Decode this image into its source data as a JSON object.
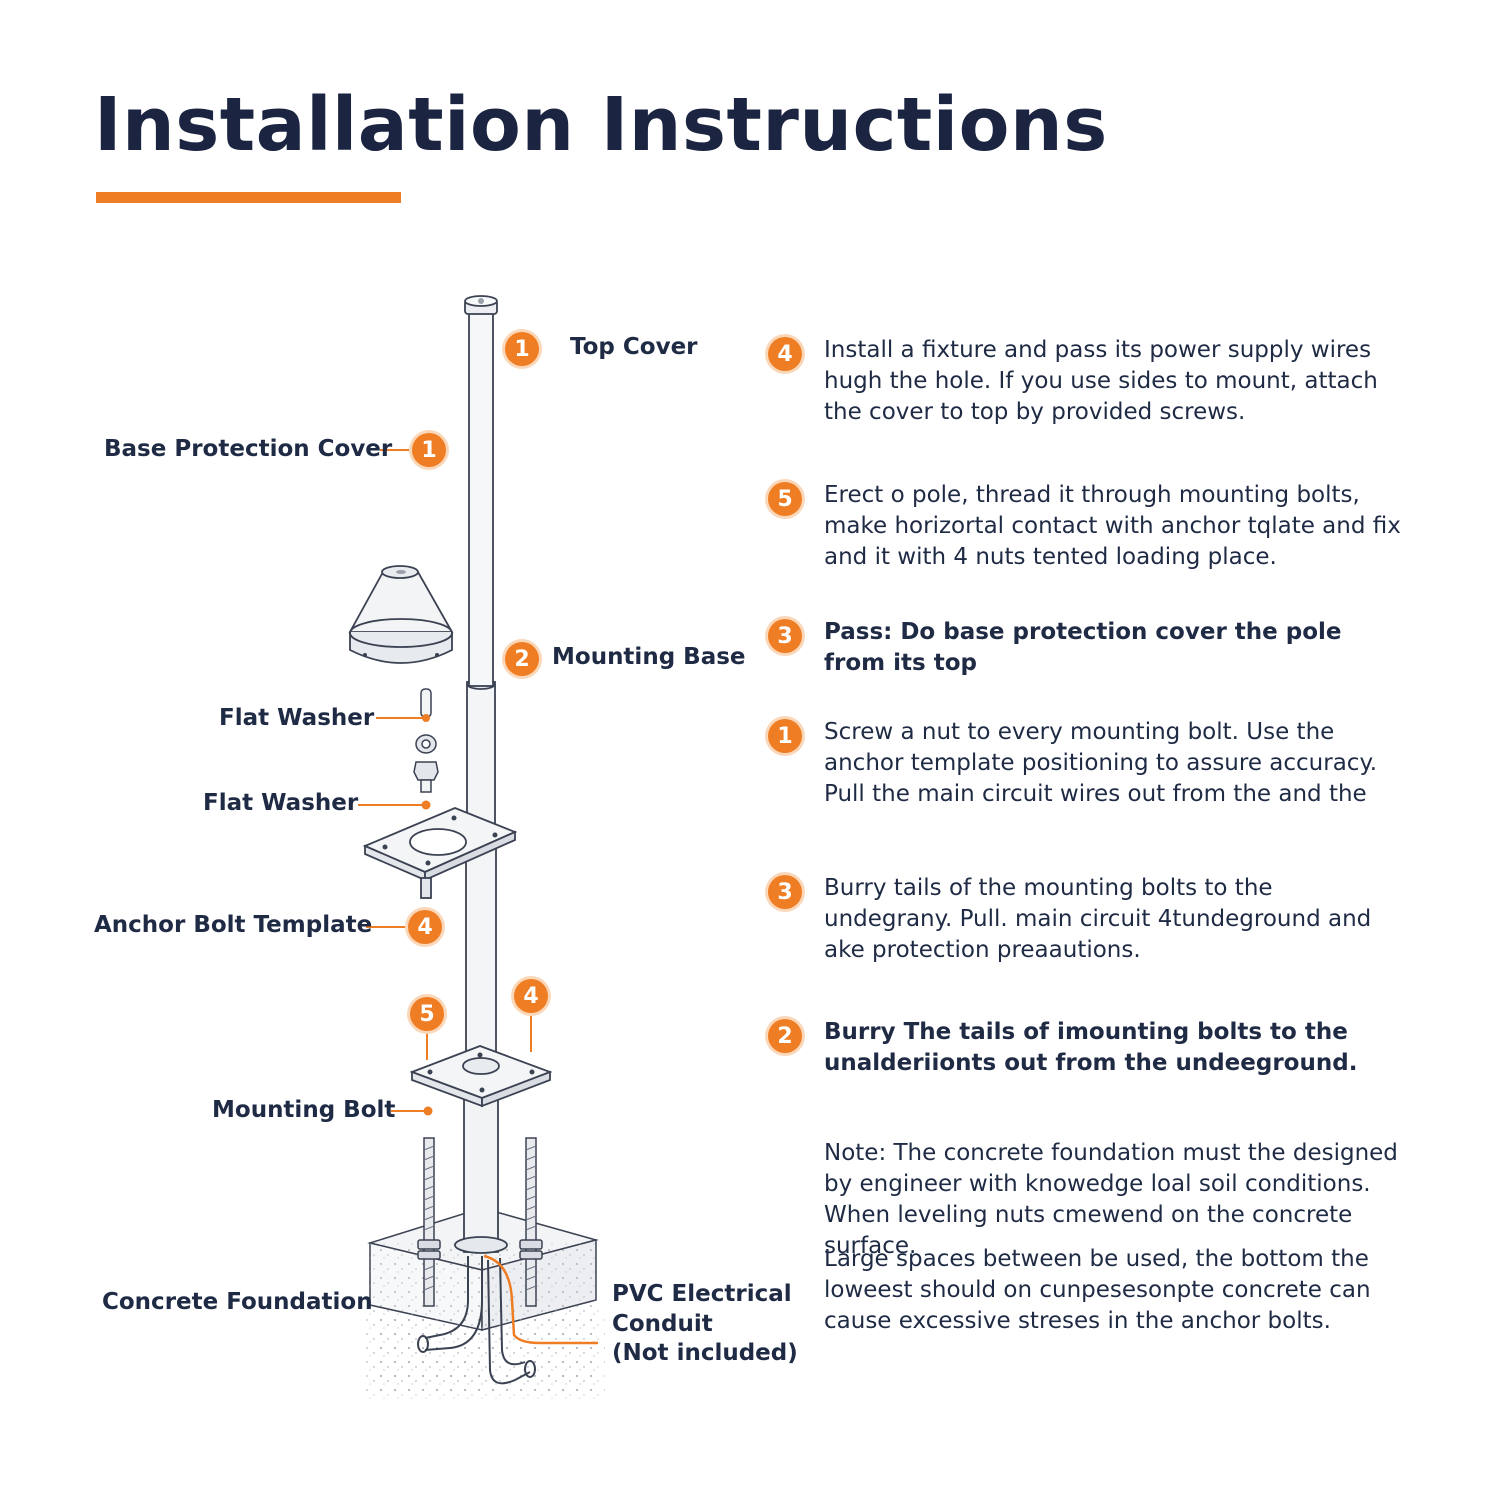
{
  "page": {
    "title": "Installation Instructions",
    "accent_color": "#ee7d24",
    "text_color": "#1f2a44"
  },
  "diagram": {
    "labels": {
      "top_cover": "Top Cover",
      "base_protection_cover": "Base Protection Cover",
      "mounting_base": "Mounting Base",
      "flat_washer_1": "Flat Washer",
      "flat_washer_2": "Flat Washer",
      "anchor_bolt_template": "Anchor Bolt Template",
      "mounting_bolt": "Mounting Bolt",
      "concrete_foundation": "Concrete Foundation",
      "pvc_conduit_line1": "PVC Electrical",
      "pvc_conduit_line2": "Conduit",
      "pvc_conduit_line3": "(Not included)"
    },
    "badges": {
      "top_cover": "1",
      "base_protection_cover": "1",
      "mounting_base": "2",
      "anchor_bolt_template": "4",
      "plate_left": "5",
      "plate_right": "4"
    }
  },
  "steps": [
    {
      "number": "4",
      "text": "Install a fixture and pass its power supply wires hugh the hole. If you use sides to mount, attach the cover to top by provided screws."
    },
    {
      "number": "5",
      "text": "Erect o pole, thread it through mounting bolts, make horizortal contact with anchor tqlate and fix and it with 4 nuts tented loading place."
    },
    {
      "number": "3",
      "text": "Pass: Do base protection cover the pole from its top"
    },
    {
      "number": "1",
      "text": "Screw a nut to every mounting bolt. Use the anchor template positioning to assure accuracy. Pull the main circuit wires out from the and the"
    },
    {
      "number": "3",
      "text": "Burry tails of the mounting bolts to the undegrany. Pull. main circuit 4tundeground and ake protection preaautions."
    },
    {
      "number": "2",
      "text": "Burry The tails of imounting bolts to the unalderiionts out from the undeeground."
    }
  ],
  "notes": [
    "Note: The concrete foundation must the designed by engineer with knowedge loal soil conditions. When leveling nuts cmewend on the concrete surface.",
    "Large spaces between be used, the bottom the loweest should on cunpesesonpte concrete can cause excessive streses in the anchor bolts."
  ]
}
